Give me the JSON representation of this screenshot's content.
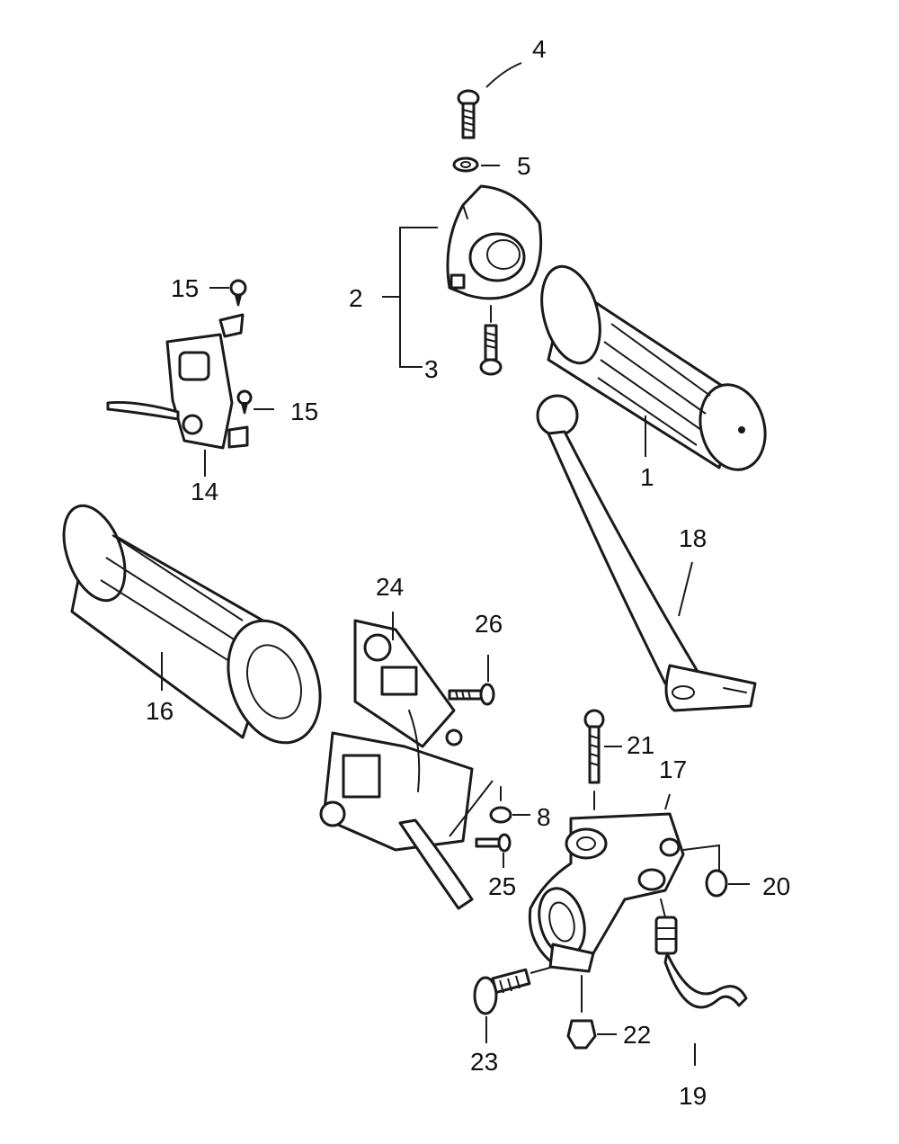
{
  "diagram": {
    "type": "exploded-parts-view",
    "callouts": [
      {
        "id": "1",
        "text": "1"
      },
      {
        "id": "2",
        "text": "2"
      },
      {
        "id": "3",
        "text": "3"
      },
      {
        "id": "4",
        "text": "4"
      },
      {
        "id": "5",
        "text": "5"
      },
      {
        "id": "8",
        "text": "8"
      },
      {
        "id": "14",
        "text": "14"
      },
      {
        "id": "15a",
        "text": "15"
      },
      {
        "id": "15b",
        "text": "15"
      },
      {
        "id": "16",
        "text": "16"
      },
      {
        "id": "17",
        "text": "17"
      },
      {
        "id": "18",
        "text": "18"
      },
      {
        "id": "19",
        "text": "19"
      },
      {
        "id": "20",
        "text": "20"
      },
      {
        "id": "21",
        "text": "21"
      },
      {
        "id": "22",
        "text": "22"
      },
      {
        "id": "23",
        "text": "23"
      },
      {
        "id": "24",
        "text": "24"
      },
      {
        "id": "25",
        "text": "25"
      },
      {
        "id": "26",
        "text": "26"
      }
    ]
  }
}
